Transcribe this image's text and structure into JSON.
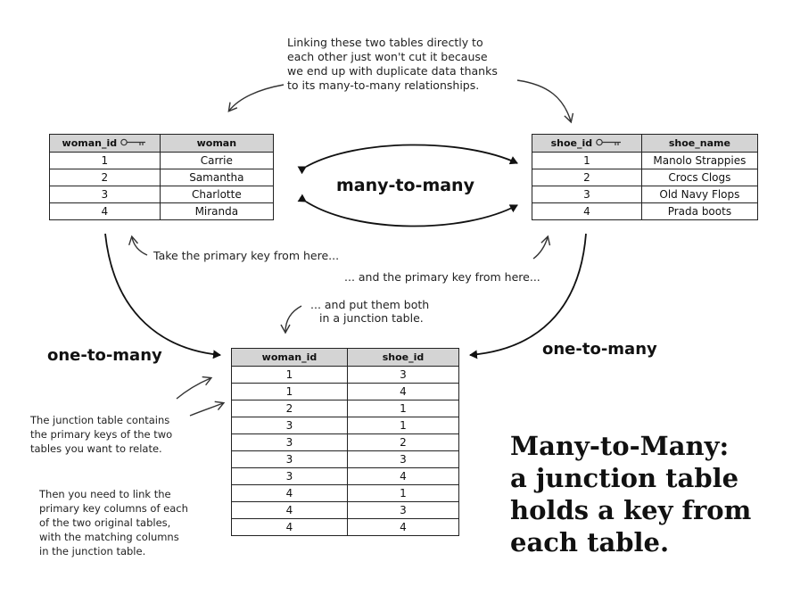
{
  "top_note": [
    "Linking these two tables directly to",
    "each other just won't cut it because",
    "we end up with duplicate data thanks",
    "to its many-to-many relationships."
  ],
  "woman_table": {
    "headers": [
      "woman_id",
      "woman"
    ],
    "key_icon": "key-icon",
    "rows": [
      [
        "1",
        "Carrie"
      ],
      [
        "2",
        "Samantha"
      ],
      [
        "3",
        "Charlotte"
      ],
      [
        "4",
        "Miranda"
      ]
    ]
  },
  "shoe_table": {
    "headers": [
      "shoe_id",
      "shoe_name"
    ],
    "key_icon": "key-icon",
    "rows": [
      [
        "1",
        "Manolo Strappies"
      ],
      [
        "2",
        "Crocs Clogs"
      ],
      [
        "3",
        "Old Navy Flops"
      ],
      [
        "4",
        "Prada boots"
      ]
    ]
  },
  "many_to_many_label": "many-to-many",
  "note_left_key": "Take the primary key from here...",
  "note_right_key": "... and the primary key from here...",
  "note_put_both": [
    "... and put them both",
    "in a junction table."
  ],
  "one_to_many_left": "one-to-many",
  "one_to_many_right": "one-to-many",
  "junction_table": {
    "headers": [
      "woman_id",
      "shoe_id"
    ],
    "rows": [
      [
        "1",
        "3"
      ],
      [
        "1",
        "4"
      ],
      [
        "2",
        "1"
      ],
      [
        "3",
        "1"
      ],
      [
        "3",
        "2"
      ],
      [
        "3",
        "3"
      ],
      [
        "3",
        "4"
      ],
      [
        "4",
        "1"
      ],
      [
        "4",
        "3"
      ],
      [
        "4",
        "4"
      ]
    ]
  },
  "junction_note": [
    "The junction table contains",
    "the primary keys of the two",
    "tables you want to relate."
  ],
  "link_note": [
    "Then you need to link the",
    "primary key columns of each",
    "of the two original tables,",
    "with the matching columns",
    "in the junction table."
  ],
  "title": [
    "Many-to-Many:",
    "a junction table",
    "holds a key from",
    "each table."
  ]
}
